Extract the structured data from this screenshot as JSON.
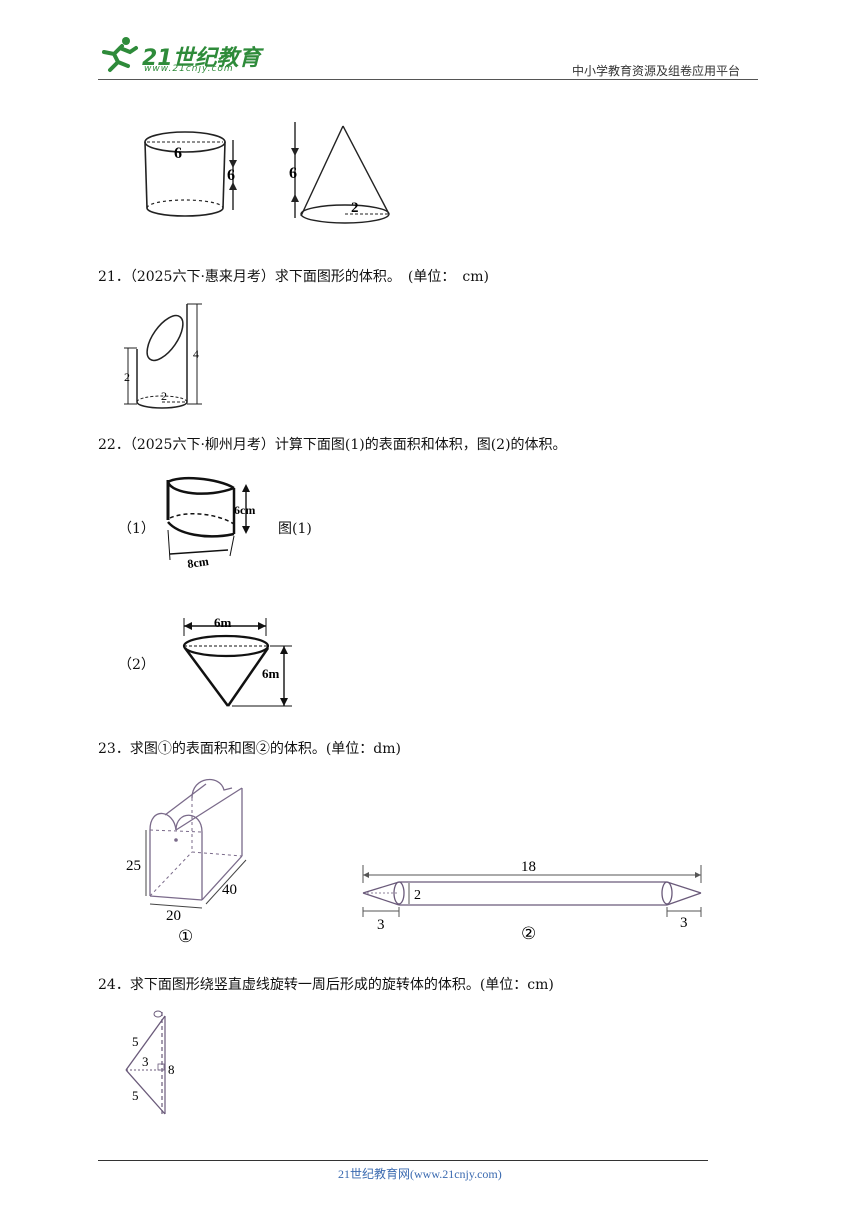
{
  "header": {
    "logo_text": "21世纪教育",
    "logo_url": "www.21cnjy.com",
    "right_text": "中小学教育资源及组卷应用平台",
    "brand_color": "#2e8b3a"
  },
  "figures_top": {
    "cylinder_label_top": "6",
    "cylinder_label_height": "6",
    "cone_label_height": "6",
    "cone_label_radius": "2"
  },
  "questions": [
    {
      "text": "21．（2025六下·惠来月考）求下面图形的体积。　(单位：　cm)"
    },
    {
      "text": "22．（2025六下·柳州月考）计算下面图(1)的表面积和体积，图(2)的体积。"
    },
    {
      "text": "23．求图①的表面积和图②的体积。(单位：dm)"
    },
    {
      "text": "24．求下面图形绕竖直虚线旋转一周后形成的旋转体的体积。(单位：cm)"
    }
  ],
  "q21_fig": {
    "left": "2",
    "right": "4",
    "bottom": "2"
  },
  "q22_fig": {
    "label1": "（1）",
    "caption1": "图(1)",
    "height1": "6cm",
    "width1": "8cm",
    "label2": "（2）",
    "top2": "6m",
    "height2": "6m"
  },
  "q23_fig": {
    "h": "25",
    "w": "20",
    "d": "40",
    "mark1": "①",
    "length": "18",
    "dia": "2",
    "left": "3",
    "right": "3",
    "mark2": "②"
  },
  "q24_fig": {
    "a": "5",
    "b": "3",
    "c": "8",
    "d": "5"
  },
  "footer": {
    "text": "21世纪教育网(www.21cnjy.com)"
  }
}
